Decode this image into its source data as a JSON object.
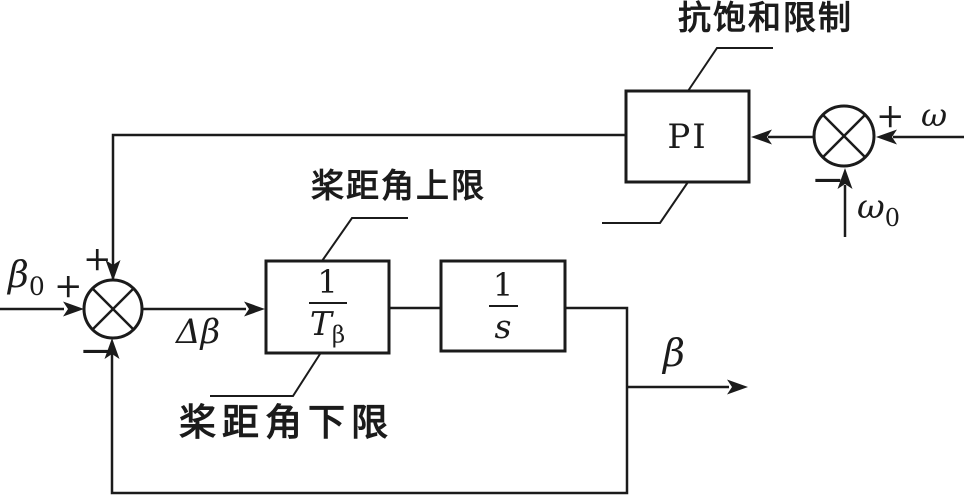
{
  "figure": {
    "background": "#ffffff",
    "line_color": "#1b1b1b",
    "annotations": {
      "anti_windup": "抗饱和限制",
      "pitch_upper": "桨距角上限",
      "pitch_lower": "桨距角下限"
    },
    "blocks": {
      "pi": "PI",
      "pitch_actuator": {
        "num": "1",
        "den_base": "T",
        "den_sub": "β"
      },
      "integrator": {
        "num": "1",
        "den": "s"
      }
    },
    "signals": {
      "beta0_base": "β",
      "beta0_sub": "0",
      "delta_beta": "Δβ",
      "beta_out": "β",
      "omega": "ω",
      "omega0_base": "ω",
      "omega0_sub": "0"
    },
    "signs": {
      "beta0": "+",
      "feedback_top": "+",
      "feedback_bottom": "−",
      "omega": "+",
      "omega0": "−"
    }
  }
}
